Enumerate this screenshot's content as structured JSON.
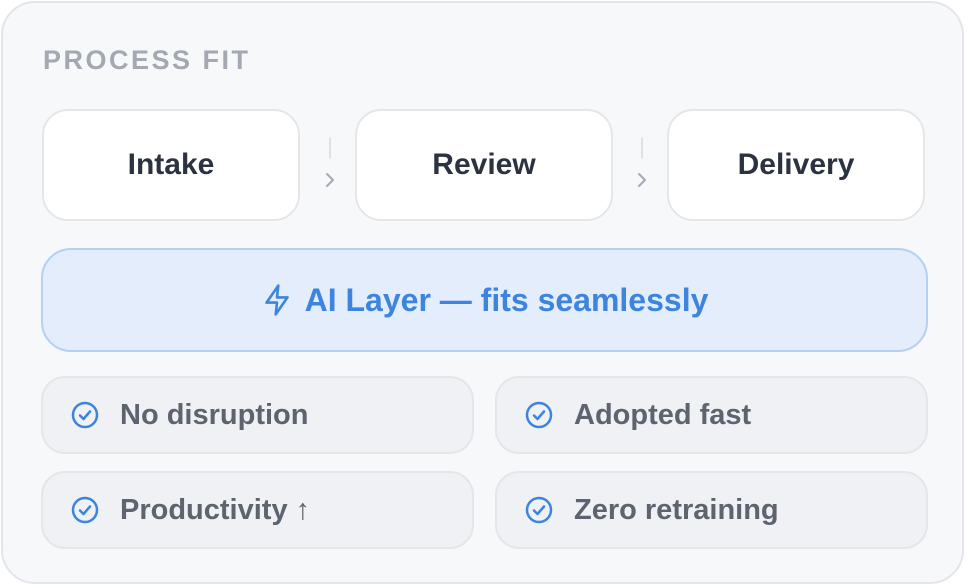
{
  "section_title": "PROCESS FIT",
  "stages": [
    {
      "label": "Intake"
    },
    {
      "label": "Review"
    },
    {
      "label": "Delivery"
    }
  ],
  "ai_layer": {
    "icon": "lightning-bolt-icon",
    "label": "AI Layer — fits seamlessly"
  },
  "benefits": [
    {
      "label": "No disruption",
      "icon": "check-circle-icon"
    },
    {
      "label": "Adopted fast",
      "icon": "check-circle-icon"
    },
    {
      "label": "Productivity ↑",
      "icon": "check-circle-icon"
    },
    {
      "label": "Zero retraining",
      "icon": "check-circle-icon"
    }
  ],
  "colors": {
    "accent": "#3d84de",
    "accent_bg": "#e3edfb",
    "title_gray": "#a3a8b2",
    "stage_text": "#2b3240",
    "benefit_text": "#5d6470"
  }
}
